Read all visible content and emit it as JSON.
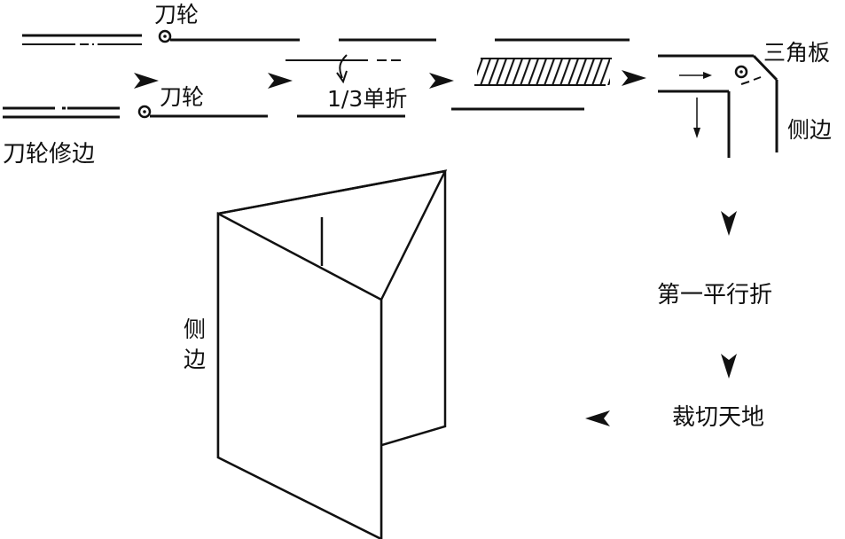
{
  "labels": {
    "blade_wheel_top": "刀轮",
    "blade_wheel_mid": "刀轮",
    "blade_wheel_trim": "刀轮修边",
    "one_third_fold": "1/3单折",
    "triangle_board": "三角板",
    "side_edge_right": "侧边",
    "first_parallel_fold": "第一平行折",
    "trim_head_foot": "裁切天地",
    "side_edge_left": "侧"
  },
  "labels_extra": {
    "side_edge_left_2": "边"
  },
  "colors": {
    "ink": "#111111",
    "paper": "#ffffff"
  }
}
